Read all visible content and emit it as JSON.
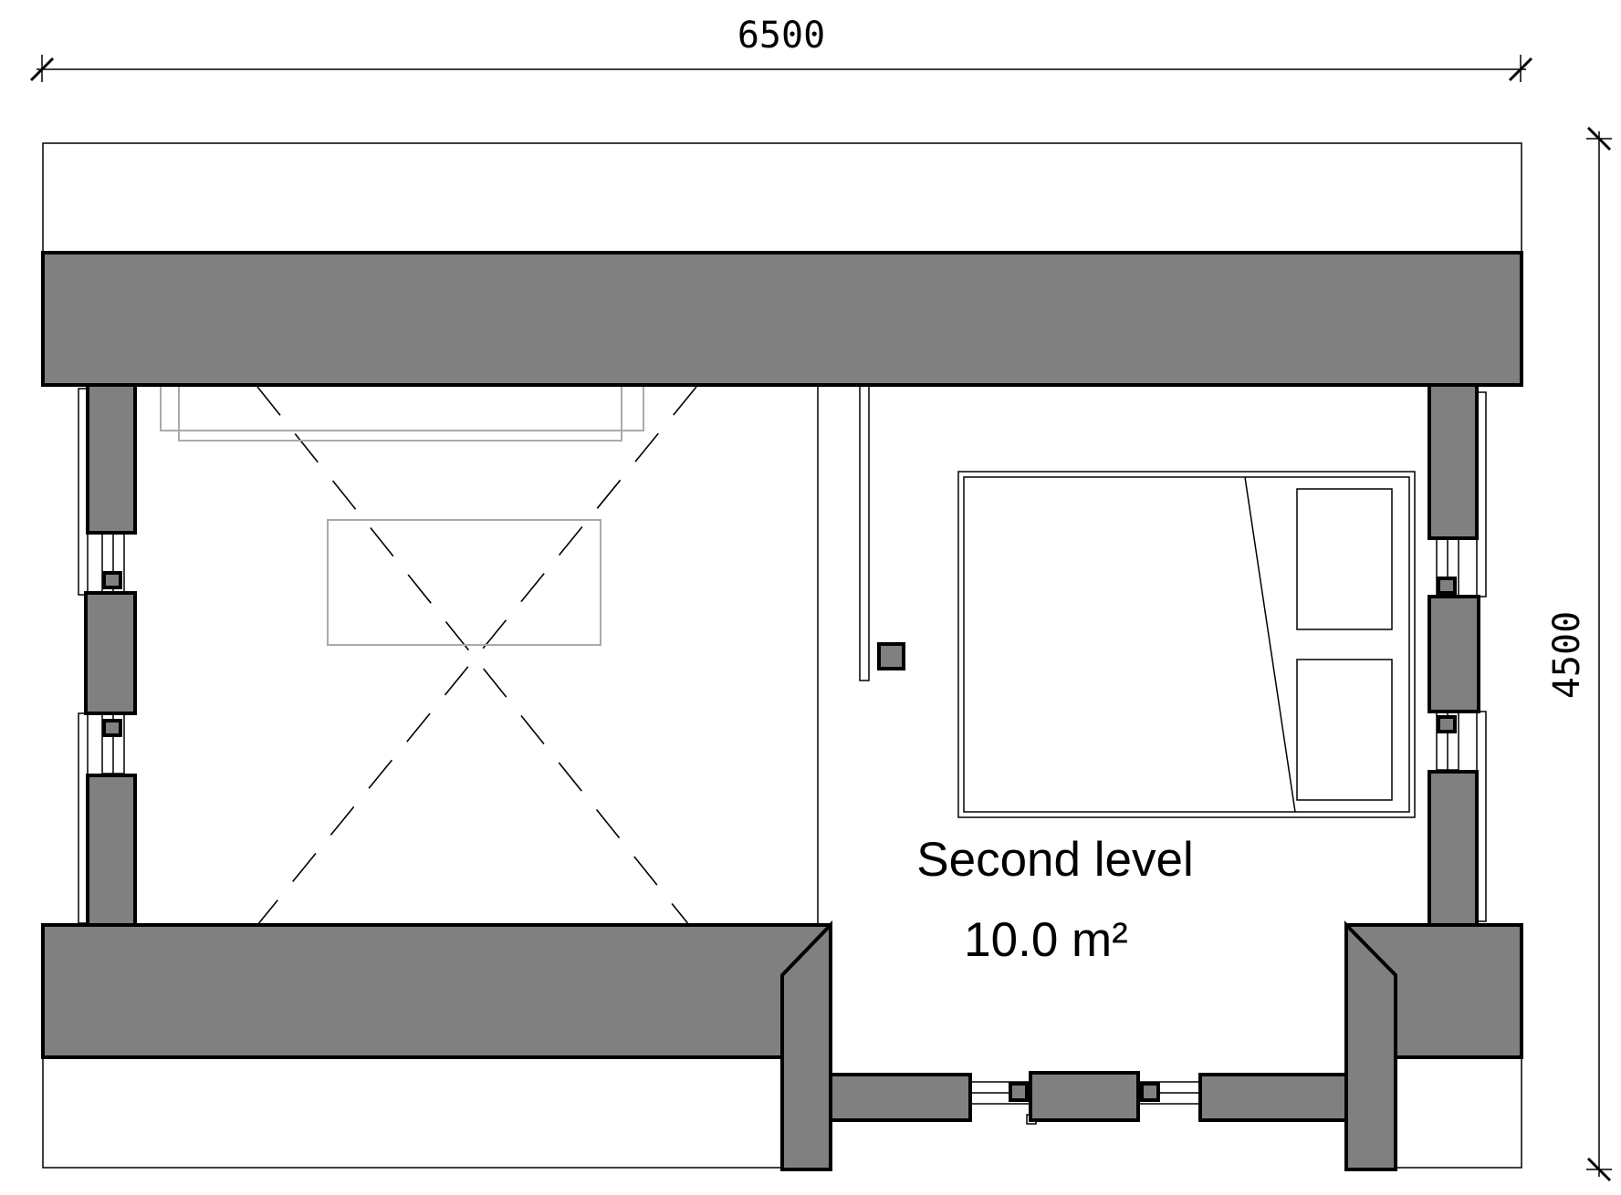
{
  "dimensions": {
    "width_label": "6500",
    "height_label": "4500"
  },
  "room": {
    "level_label": "Second level",
    "area_label": "10.0 m²"
  },
  "colors": {
    "wall_fill": "#808080",
    "line": "#000000",
    "furniture_ghost": "#aaaaaa",
    "background": "#ffffff"
  }
}
